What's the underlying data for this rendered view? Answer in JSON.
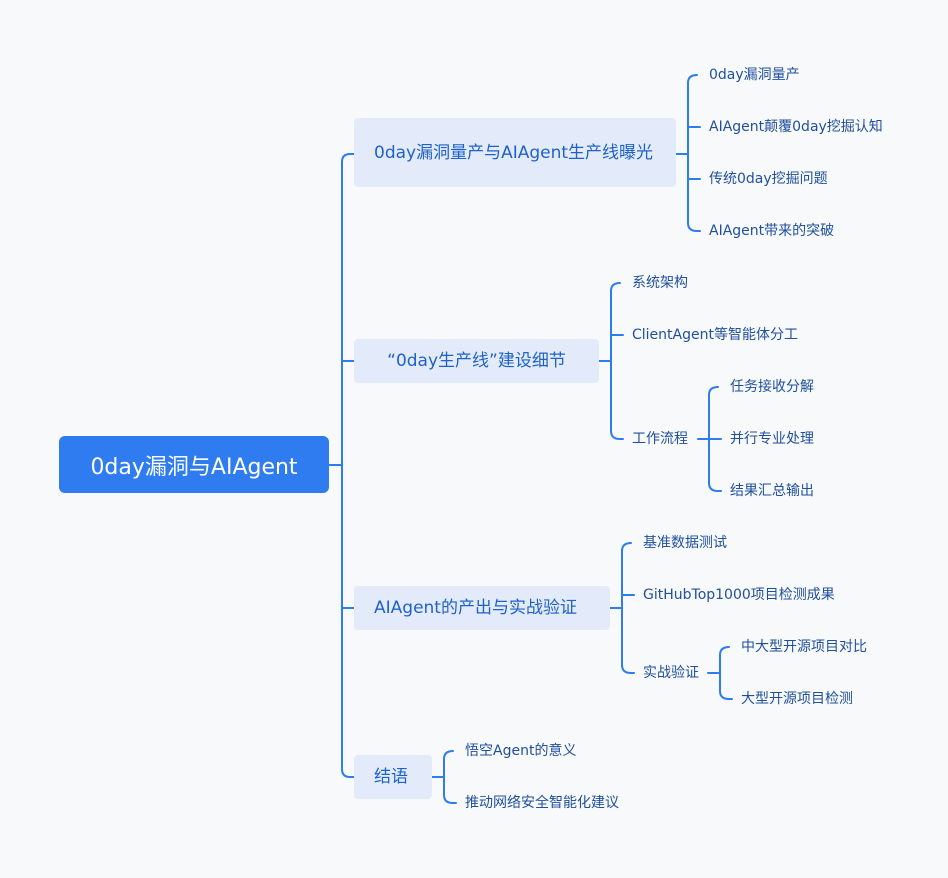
{
  "root": "0day漏洞与AIAgent",
  "branches": [
    {
      "label": "0day漏洞量产与AIAgent生产线曝光",
      "children": [
        "0day漏洞量产",
        "AIAgent颠覆0day挖掘认知",
        "传统0day挖掘问题",
        "AIAgent带来的突破"
      ]
    },
    {
      "label": "“0day生产线”建设细节",
      "children": [
        "系统架构",
        "ClientAgent等智能体分工",
        "工作流程"
      ],
      "sub": [
        "任务接收分解",
        "并行专业处理",
        "结果汇总输出"
      ]
    },
    {
      "label": "AIAgent的产出与实战验证",
      "children": [
        "基准数据测试",
        "GitHubTop1000项目检测成果",
        "实战验证"
      ],
      "sub": [
        "中大型开源项目对比",
        "大型开源项目检测"
      ]
    },
    {
      "label": "结语",
      "children": [
        "悟空Agent的意义",
        "推动网络安全智能化建议"
      ]
    }
  ],
  "colors": {
    "root_bg": "#2e7cf0",
    "branch_bg": "#e3ebfa",
    "line": "#2e7cf0"
  }
}
